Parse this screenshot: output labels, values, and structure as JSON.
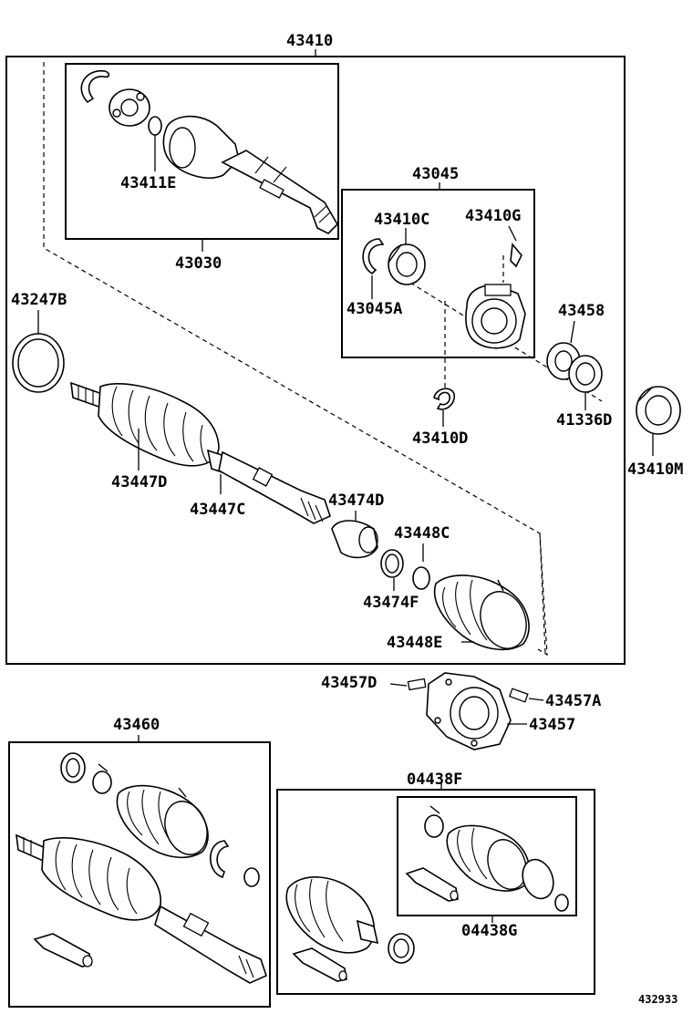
{
  "diagram": {
    "labels": {
      "l43410": "43410",
      "l43411E": "43411E",
      "l43030": "43030",
      "l43045": "43045",
      "l43410C": "43410C",
      "l43410G": "43410G",
      "l43045A": "43045A",
      "l43458": "43458",
      "l43247B": "43247B",
      "l41336D": "41336D",
      "l43410D": "43410D",
      "l43410M": "43410M",
      "l43447D": "43447D",
      "l43447C": "43447C",
      "l43474D": "43474D",
      "l43448C": "43448C",
      "l43474F": "43474F",
      "l43448E": "43448E",
      "l43457D": "43457D",
      "l43457A": "43457A",
      "l43457": "43457",
      "l43460": "43460",
      "l04438F": "04438F",
      "l04438G": "04438G"
    },
    "figure_id": "432933"
  }
}
